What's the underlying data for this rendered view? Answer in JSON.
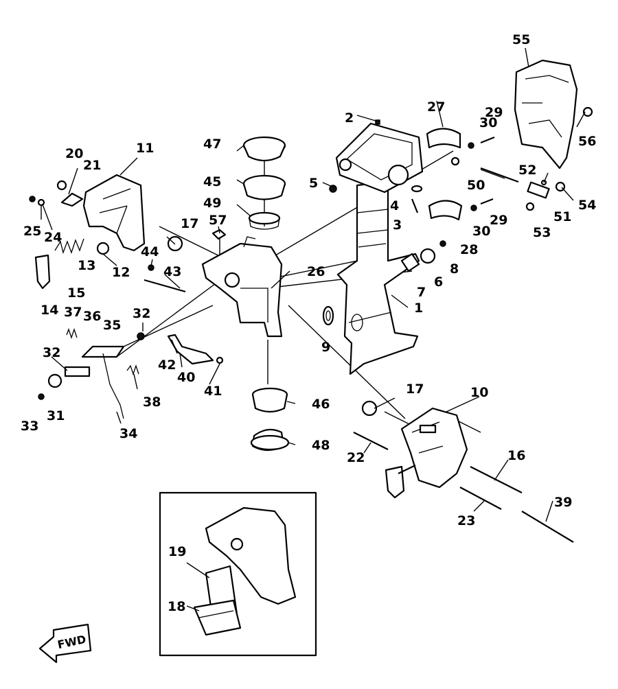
{
  "diagram": {
    "fwd_label": "FWD",
    "part_numbers": {
      "p1": "1",
      "p2": "2",
      "p3": "3",
      "p4": "4",
      "p5": "5",
      "p6": "6",
      "p7": "7",
      "p8": "8",
      "p9": "9",
      "p10": "10",
      "p11": "11",
      "p12": "12",
      "p13": "13",
      "p14": "14",
      "p15": "15",
      "p16": "16",
      "p17a": "17",
      "p17b": "17",
      "p18": "18",
      "p19": "19",
      "p20": "20",
      "p21": "21",
      "p22": "22",
      "p23": "23",
      "p24": "24",
      "p25": "25",
      "p26": "26",
      "p27": "27",
      "p28": "28",
      "p29a": "29",
      "p29b": "29",
      "p30a": "30",
      "p30b": "30",
      "p31": "31",
      "p32a": "32",
      "p32b": "32",
      "p33": "33",
      "p34": "34",
      "p35": "35",
      "p36": "36",
      "p37": "37",
      "p38": "38",
      "p39": "39",
      "p40": "40",
      "p41": "41",
      "p42": "42",
      "p43": "43",
      "p44": "44",
      "p45": "45",
      "p46": "46",
      "p47": "47",
      "p48": "48",
      "p49": "49",
      "p50": "50",
      "p51": "51",
      "p52": "52",
      "p53": "53",
      "p54": "54",
      "p55": "55",
      "p56": "56",
      "p57": "57"
    }
  }
}
